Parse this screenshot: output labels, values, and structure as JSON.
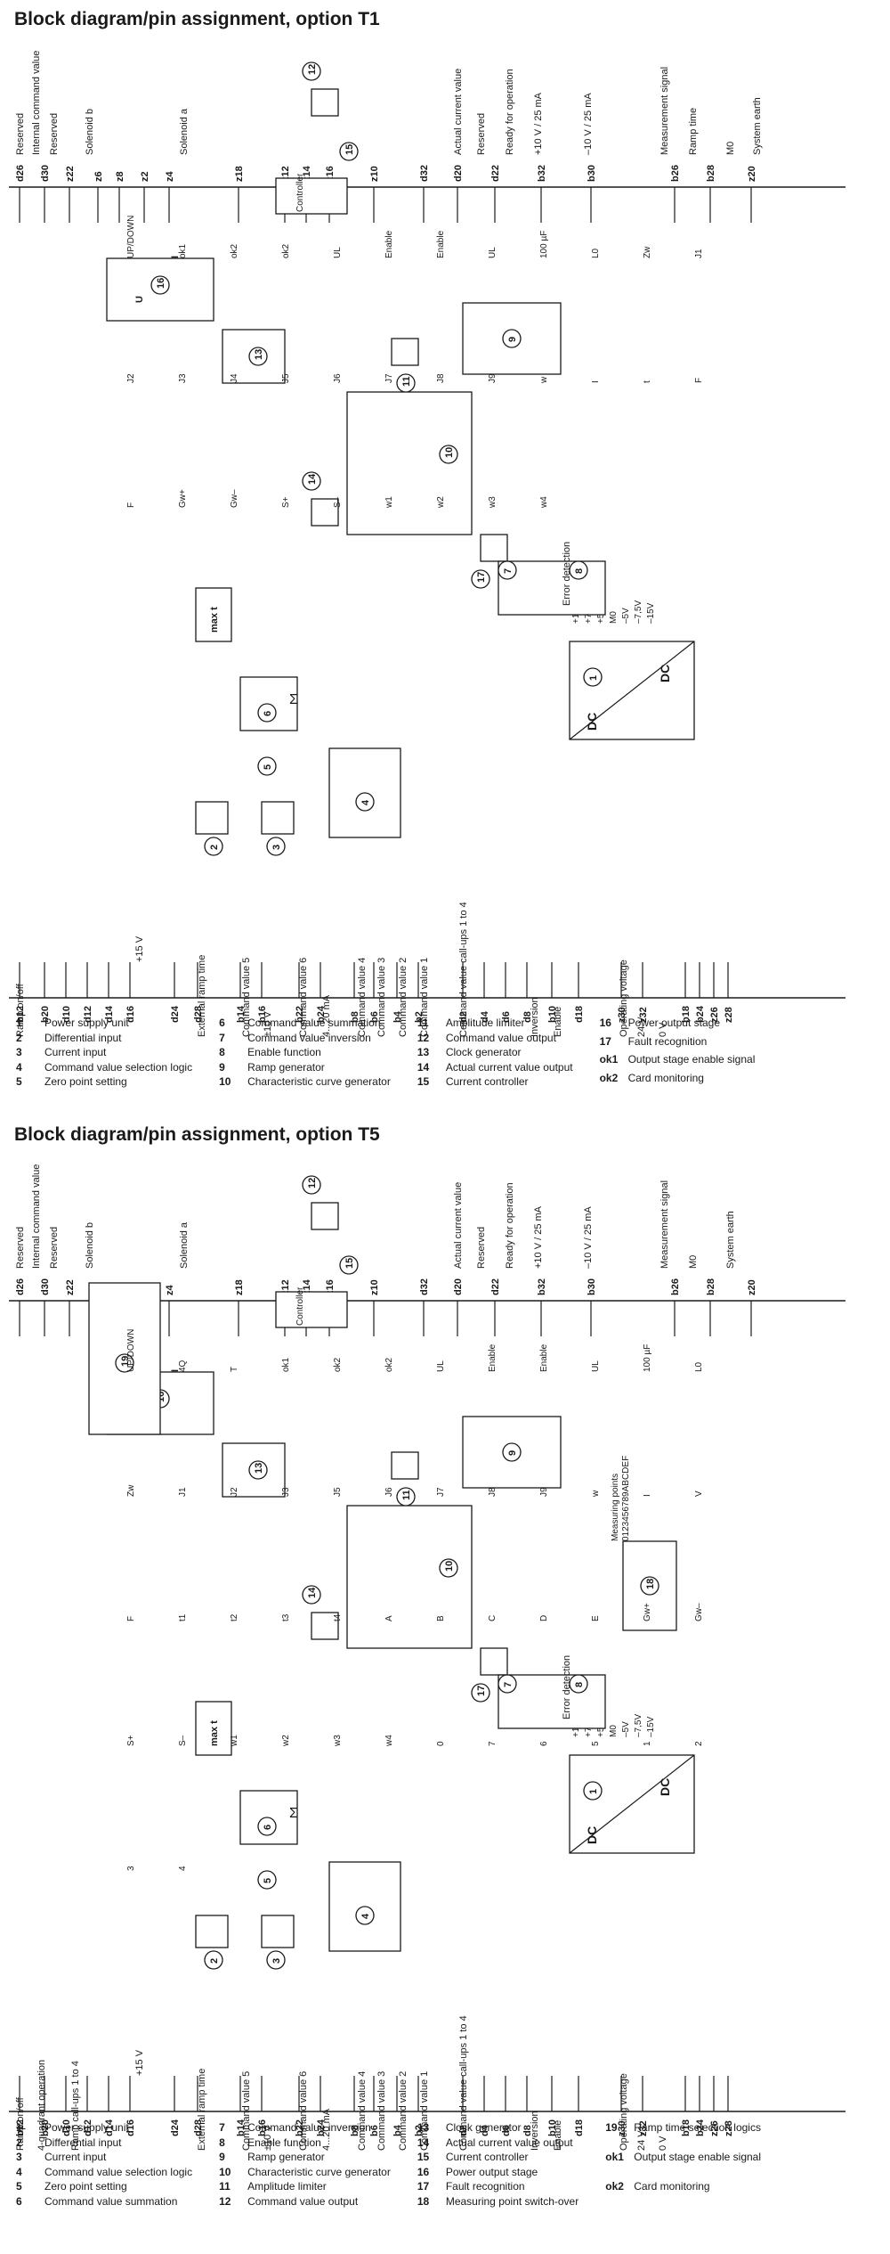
{
  "t1": {
    "title": "Block diagram/pin assignment, option T1",
    "top_pins": [
      "d26",
      "d30",
      "z22",
      "z6",
      "z8",
      "z2",
      "z4",
      "z18",
      "z12",
      "z14",
      "z16",
      "z10",
      "d32",
      "d20",
      "d22",
      "b32",
      "b30",
      "b26",
      "b28",
      "z20"
    ],
    "top_labels": [
      "Reserved",
      "Internal command value",
      "Reserved",
      "Solenoid b",
      "Solenoid a",
      "Actual current value",
      "Reserved",
      "Ready for operation",
      "+10 V / 25 mA",
      "–10 V / 25 mA",
      "Measurement signal",
      "Ramp time",
      "M0",
      "System earth"
    ],
    "bottom_pins": [
      "b12",
      "b20",
      "d10",
      "d12",
      "d14",
      "d16",
      "d24",
      "d28",
      "b14",
      "b16",
      "b22",
      "b24",
      "b8",
      "b6",
      "b4",
      "b2",
      "d2",
      "d4",
      "d6",
      "d8",
      "b10",
      "d18",
      "z30",
      "z32",
      "b18",
      "b24",
      "z26",
      "z28"
    ],
    "bottom_labels": [
      "Ramp on/off",
      "External ramp time",
      "Command value 5",
      "±10 V",
      "Command value 6",
      "4...20 mA",
      "Command value 4",
      "Command value 3",
      "Command value 2",
      "Command value 1",
      "Command value call-ups 1 to 4",
      "Inversion",
      "Enable",
      "Operating voltage",
      "24 V",
      "0 V"
    ],
    "blocks": {
      "max_t": "max t",
      "controller": "Controller",
      "error_detection": "Error detection",
      "dc": "DC",
      "u": "U",
      "i": "I"
    },
    "signals": [
      "UP/DOWN",
      "ok1",
      "ok2",
      "ok2",
      "UL",
      "Enable",
      "Enable",
      "UL",
      "100 µF",
      "L0",
      "Zw",
      "J1",
      "J2",
      "J3",
      "J4",
      "J5",
      "J6",
      "J7",
      "J8",
      "J9",
      "w",
      "I",
      "t",
      "F",
      "F",
      "Gw+",
      "Gw–",
      "S+",
      "S–",
      "w1",
      "w2",
      "w3",
      "w4"
    ],
    "supply": [
      "+15V",
      "+7,5V",
      "+5V",
      "M0",
      "–5V",
      "–7,5V",
      "–15V"
    ],
    "plus15": "+15 V",
    "legend": [
      {
        "n": "1",
        "t": "Power supply unit"
      },
      {
        "n": "2",
        "t": "Differential input"
      },
      {
        "n": "3",
        "t": "Current input"
      },
      {
        "n": "4",
        "t": "Command value selection logic"
      },
      {
        "n": "5",
        "t": "Zero point setting"
      },
      {
        "n": "6",
        "t": "Command value summation"
      },
      {
        "n": "7",
        "t": "Command value inversion"
      },
      {
        "n": "8",
        "t": "Enable function"
      },
      {
        "n": "9",
        "t": "Ramp generator"
      },
      {
        "n": "10",
        "t": "Characteristic curve generator"
      },
      {
        "n": "11",
        "t": "Amplitude limiter"
      },
      {
        "n": "12",
        "t": "Command value output"
      },
      {
        "n": "13",
        "t": "Clock generator"
      },
      {
        "n": "14",
        "t": "Actual current value output"
      },
      {
        "n": "15",
        "t": "Current controller"
      },
      {
        "n": "16",
        "t": "Power output stage"
      },
      {
        "n": "17",
        "t": "Fault recognition"
      },
      {
        "n": "ok1",
        "t": "Output stage enable signal"
      },
      {
        "n": "ok2",
        "t": "Card monitoring"
      }
    ]
  },
  "t5": {
    "title": "Block diagram/pin assignment, option T5",
    "top_pins": [
      "d26",
      "d30",
      "z22",
      "z6",
      "z8",
      "z2",
      "z4",
      "z18",
      "z12",
      "z14",
      "z16",
      "z10",
      "d32",
      "d20",
      "d22",
      "b32",
      "b30",
      "b26",
      "b28",
      "z20"
    ],
    "top_labels": [
      "Reserved",
      "Internal command value",
      "Reserved",
      "Solenoid b",
      "Solenoid a",
      "Actual current value",
      "Reserved",
      "Ready for operation",
      "+10 V / 25 mA",
      "–10 V / 25 mA",
      "Measurement signal",
      "M0",
      "System earth"
    ],
    "bottom_pins": [
      "b12",
      "b20",
      "d10",
      "d12",
      "d14",
      "d16",
      "d24",
      "d28",
      "b14",
      "b16",
      "b22",
      "b24",
      "b8",
      "b6",
      "b4",
      "b2",
      "d2",
      "d4",
      "d6",
      "d8",
      "b10",
      "d18",
      "z30",
      "z32",
      "b18",
      "b24",
      "z26",
      "z28"
    ],
    "bottom_labels": [
      "Ramp on/off",
      "4-quadrant operation",
      "Ramp call-ups 1 to 4",
      "External ramp time",
      "Command value 5",
      "±10 V",
      "Command value 6",
      "4...20 mA",
      "Command value 4",
      "Command value 3",
      "Command value 2",
      "Command value 1",
      "Command value call-ups 1 to 4",
      "Inversion",
      "Enable",
      "Operating voltage",
      "24 V",
      "0 V"
    ],
    "blocks": {
      "max_t": "max t",
      "controller": "Controller",
      "error_detection": "Error detection",
      "dc": "DC",
      "u": "U",
      "i": "I"
    },
    "measuring": {
      "label": "Measuring points",
      "digits": "0123456789ABCDEF"
    },
    "signals": [
      "UP/DOWN",
      "4Q",
      "T",
      "ok1",
      "ok2",
      "ok2",
      "UL",
      "Enable",
      "Enable",
      "UL",
      "100 µF",
      "L0",
      "Zw",
      "J1",
      "J2",
      "J3",
      "J5",
      "J6",
      "J7",
      "J8",
      "J9",
      "w",
      "I",
      "V",
      "F",
      "t1",
      "t2",
      "t3",
      "t4",
      "A",
      "B",
      "C",
      "D",
      "E",
      "Gw+",
      "Gw–",
      "S+",
      "S–",
      "w1",
      "w2",
      "w3",
      "w4",
      "0",
      "7",
      "6",
      "5",
      "1",
      "2",
      "3",
      "4"
    ],
    "supply": [
      "+15V",
      "+7,5V",
      "+5V",
      "M0",
      "–5V",
      "–7,5V",
      "–15V"
    ],
    "plus15": "+15 V",
    "legend": [
      {
        "n": "1",
        "t": "Power supply unit"
      },
      {
        "n": "2",
        "t": "Differential input"
      },
      {
        "n": "3",
        "t": "Current input"
      },
      {
        "n": "4",
        "t": "Command value selection logic"
      },
      {
        "n": "5",
        "t": "Zero point setting"
      },
      {
        "n": "6",
        "t": "Command value summation"
      },
      {
        "n": "7",
        "t": "Command value inversion"
      },
      {
        "n": "8",
        "t": "Enable function"
      },
      {
        "n": "9",
        "t": "Ramp generator"
      },
      {
        "n": "10",
        "t": "Characteristic curve generator"
      },
      {
        "n": "11",
        "t": "Amplitude limiter"
      },
      {
        "n": "12",
        "t": "Command value output"
      },
      {
        "n": "13",
        "t": "Clock generator"
      },
      {
        "n": "14",
        "t": "Actual current value output"
      },
      {
        "n": "15",
        "t": "Current controller"
      },
      {
        "n": "16",
        "t": "Power output stage"
      },
      {
        "n": "17",
        "t": "Fault recognition"
      },
      {
        "n": "18",
        "t": "Measuring point switch-over"
      },
      {
        "n": "19",
        "t": "Ramp time selection logics"
      },
      {
        "n": "ok1",
        "t": "Output stage enable signal"
      },
      {
        "n": "ok2",
        "t": "Card monitoring"
      }
    ]
  }
}
